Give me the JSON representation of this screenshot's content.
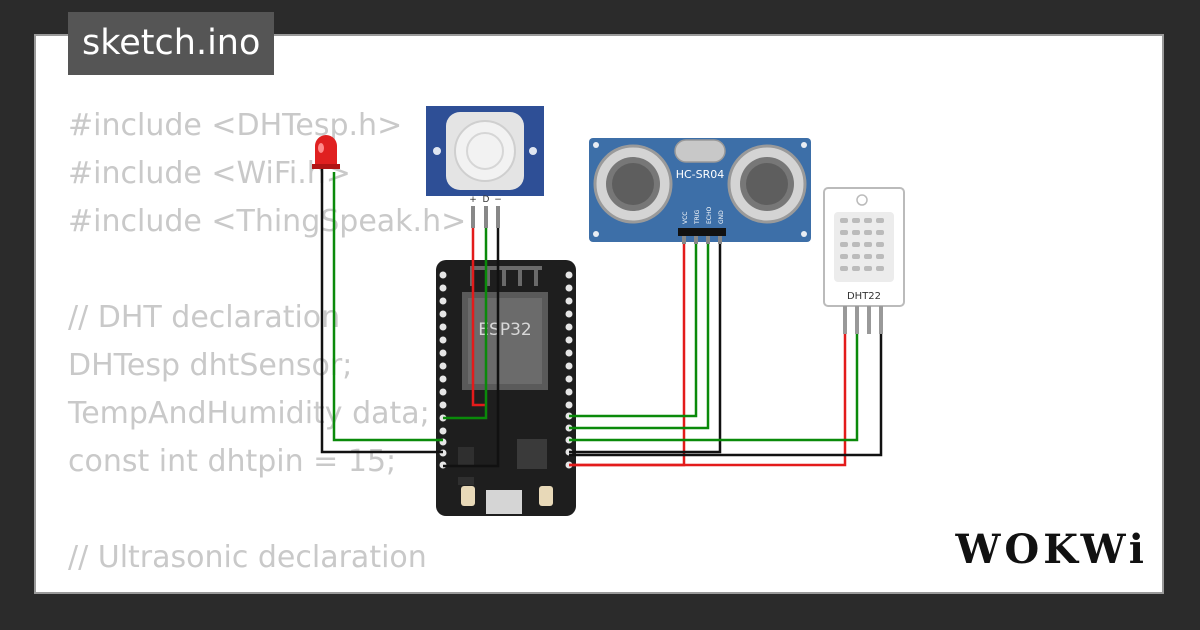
{
  "file_tab": {
    "label": "sketch.ino"
  },
  "code_lines": [
    "#include <DHTesp.h>",
    "#include <WiFi.h>",
    "#include <ThingSpeak.h>",
    "",
    "// DHT declaration",
    "DHTesp dhtSensor;",
    "TempAndHumidity data;",
    "const int dhtpin = 15;",
    "",
    "// Ultrasonic declaration"
  ],
  "components": {
    "esp32": {
      "label": "ESP32"
    },
    "ultrasonic": {
      "label": "HC-SR04",
      "pins": [
        "VCC",
        "TRIG",
        "ECHO",
        "GND"
      ]
    },
    "dht": {
      "label": "DHT22"
    },
    "pir": {
      "pins": [
        "+",
        "D",
        "−"
      ]
    }
  },
  "colors": {
    "wire_red": "#e31b1b",
    "wire_green": "#0a8a0a",
    "wire_black": "#111111",
    "board": "#1e1e1e",
    "sensor_blue": "#3d6fa8",
    "pir_blue": "#2e4f96"
  },
  "brand": {
    "label": "WOKWi"
  }
}
